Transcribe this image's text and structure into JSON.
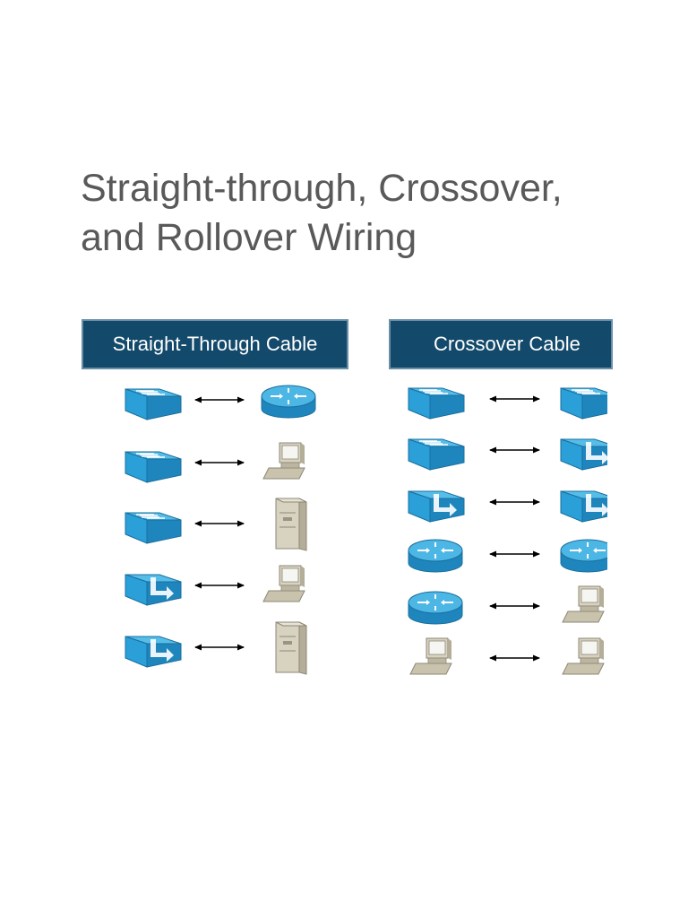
{
  "title": {
    "line1": "Straight-through, Crossover,",
    "line2": "and Rollover Wiring"
  },
  "colors": {
    "title_text": "#595959",
    "header_bg": "#134a6b",
    "header_border": "#6a8fa6",
    "device_blue": "#2a9fd8",
    "device_blue_dark": "#1a6f9e",
    "pc_beige": "#d8d3c0"
  },
  "panels": [
    {
      "id": "straight",
      "header": "Straight-Through Cable",
      "rows": [
        {
          "left": "switch",
          "right": "router"
        },
        {
          "left": "switch",
          "right": "pc"
        },
        {
          "left": "switch",
          "right": "server"
        },
        {
          "left": "multilayer-switch",
          "right": "pc"
        },
        {
          "left": "multilayer-switch",
          "right": "server"
        }
      ]
    },
    {
      "id": "crossover",
      "header": "Crossover Cable",
      "rows": [
        {
          "left": "switch",
          "right": "switch"
        },
        {
          "left": "switch",
          "right": "multilayer-switch"
        },
        {
          "left": "multilayer-switch",
          "right": "multilayer-switch"
        },
        {
          "left": "router",
          "right": "router"
        },
        {
          "left": "router",
          "right": "pc"
        },
        {
          "left": "pc",
          "right": "pc"
        }
      ]
    }
  ],
  "icons": {
    "switch": "switch-icon",
    "multilayer-switch": "multilayer-switch-icon",
    "router": "router-icon",
    "pc": "pc-icon",
    "server": "server-icon",
    "link": "double-arrow-icon"
  }
}
